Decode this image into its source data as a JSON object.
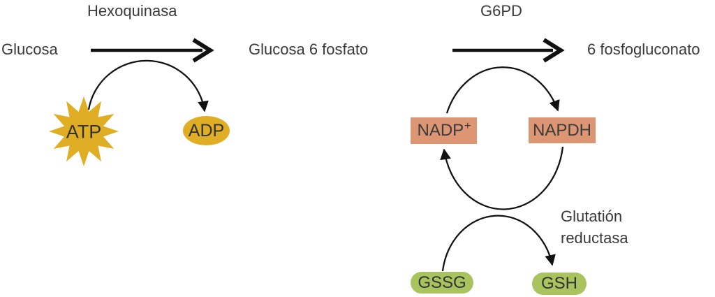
{
  "left_reaction": {
    "enzyme": "Hexoquinasa",
    "substrate": "Glucosa",
    "product": "Glucosa 6 fosfato",
    "cofactor_in": "ATP",
    "cofactor_out": "ADP"
  },
  "right_reaction": {
    "enzyme": "G6PD",
    "product": "6 fosfogluconato",
    "cofactor_in_base": "NADP",
    "cofactor_in_sup": "+",
    "cofactor_out": "NAPDH",
    "secondary_enzyme": "Glutatión reductasa",
    "secondary_substrate": "GSSG",
    "secondary_product": "GSH"
  },
  "colors": {
    "gold": "#dfae24",
    "salmon": "#dd9673",
    "green": "#a9c45e",
    "line": "#111111",
    "text": "#3a3a3a",
    "background": "#ffffff"
  }
}
